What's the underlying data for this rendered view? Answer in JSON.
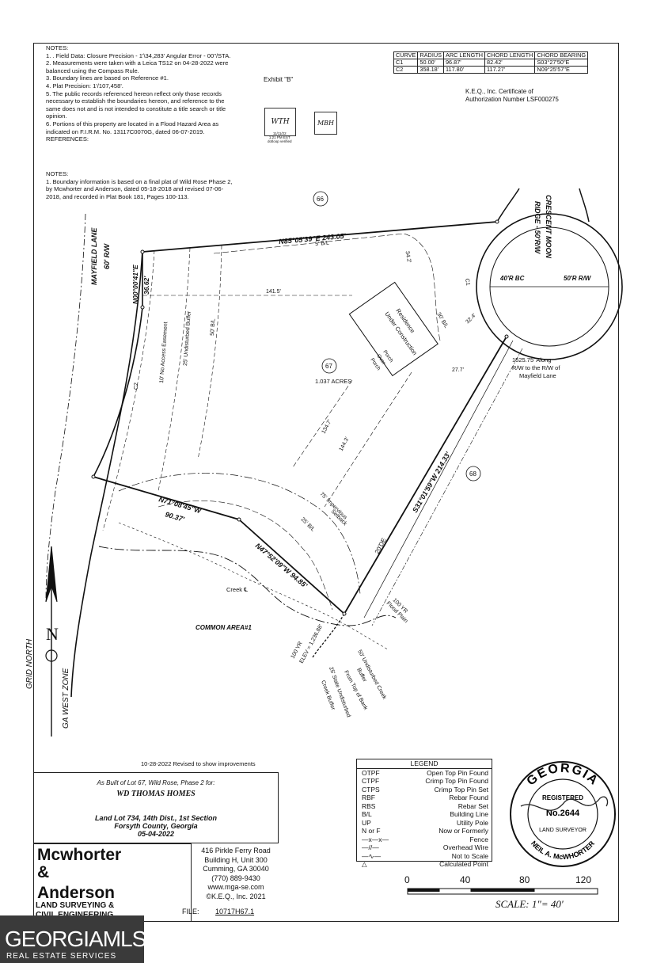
{
  "notes": {
    "title": "NOTES:",
    "items": [
      "1.  . Field Data:  Closure Precision - 1'\\34,283'  Angular Error - 00\"/STA.",
      "2.  Measurements were taken with a Leica TS12 on 04-28-2022 were balanced using the Compass Rule.",
      "3.  Boundary lines are based on Reference #1.",
      "4.  Plat Precision:  1'/107,458'.",
      "5.  The public records referenced hereon reflect only those records necessary to establish the boundaries hereon, and reference to the same does not and is not intended to constitute a title search or title opinion.",
      "6.  Portions of this property are located in a Flood Hazard Area as indicated on F.I.R.M. No. 13117C0070G, dated 06-07-2019."
    ],
    "references_title": "REFERENCES:",
    "ref_notes_title": "NOTES:",
    "ref_items": [
      "1.  Boundary information is based on a final plat of Wild Rose Phase 2, by Mcwhorter and Anderson, dated 05-18-2018 and revised 07-06-2018, and recorded in Plat Book 181, Pages 100-113."
    ]
  },
  "curve_table": {
    "headers": [
      "CURVE",
      "RADIUS",
      "ARC LENGTH",
      "CHORD LENGTH",
      "CHORD BEARING"
    ],
    "rows": [
      [
        "C1",
        "50.00'",
        "96.87'",
        "82.42'",
        "S03°27'50\"E"
      ],
      [
        "C2",
        "358.18'",
        "117.80'",
        "117.27'",
        "N09°25'57\"E"
      ]
    ]
  },
  "certificate": {
    "line1": "K.E.Q., Inc. Certificate of",
    "line2": "Authorization Number LSF000275"
  },
  "exhibit": "Exhibit \"B\"",
  "signature_initials": {
    "box1": "WTH",
    "box2": "MBH",
    "dotloop_date": "11/11/22",
    "dotloop_time": "1:21 PM EST",
    "dotloop_note": "dotloop verified"
  },
  "plat_labels": {
    "lot_66": "66",
    "lot_67": "67",
    "lot_68": "68",
    "acres": "1.037 ACRES",
    "north_line": "N85°05'39\"E 243.05'",
    "bl_5": "5' B/L",
    "dim_34_2": "34.2'",
    "dim_141_5": "141.5'",
    "street_mayfield": "MAYFIELD LANE",
    "street_mayfield_rw": "60' R/W",
    "west_bearing": "N00°00'41\"E",
    "west_dist": "36.62'",
    "crescent_1": "CRESCENT MOON",
    "crescent_2": "RIDGE - 50'R/W",
    "rbc": "40'R BC",
    "rrw": "50'R R/W",
    "c1": "C1",
    "c2": "C2",
    "bl_30": "30' B/L",
    "dim_32_4": "32.4'",
    "dim_27_7": "27.7'",
    "residence_1": "Residence",
    "residence_2": "Under Construction",
    "porch_1": "Porch",
    "porch_2": "Over",
    "porch_3": "Porch",
    "along_1": "1525.75' Along",
    "along_2": "R/W to the R/W of",
    "along_3": "Mayfield Lane",
    "easement": "10' No Access Easement",
    "undisturbed_25": "25' Undisturbed Buffer",
    "bl_50": "50' B/L",
    "dim_134_7": "134.7'",
    "dim_144_3": "144.3'",
    "impervious_1": "75' Impervious",
    "impervious_2": "Setback",
    "bl_25": "25' B/L",
    "de_20": "20'DE",
    "se_line": "S31°01'59\"W 214.33'",
    "sw_line1": "N71°08'45\"W",
    "sw_line1_dist": "90.37'",
    "sw_line2": "N47°52'09\"W 94.85'",
    "creek": "Creek ℄",
    "common": "COMMON AREA#1",
    "flood_1": "100 YR",
    "flood_2": "Flood Plain",
    "elev_1": "100 YR",
    "elev_2": "ELEV = 1,236.88'",
    "undist_creek_1": "50' Undisturbed Creek",
    "undist_creek_2": "Buffer",
    "undist_creek_3": "From Top of Bank",
    "state_1": "25' State Undisturbed",
    "state_2": "Creek Buffer",
    "grid_north": "GRID NORTH",
    "ga_west": "GA WEST ZONE",
    "north_n": "N"
  },
  "revised": "10-28-2022 Revised to show improvements",
  "title_block": {
    "asbuilt": "As Built of   Lot 67, Wild Rose, Phase 2 for:",
    "client": "WD THOMAS HOMES",
    "loc1": "Land Lot 734, 14th Dist., 1st Section",
    "loc2": "Forsyth County, Georgia",
    "date": "05-04-2022"
  },
  "company": {
    "line1": "Mcwhorter",
    "line2": "&",
    "line3": "Anderson",
    "sub1": "LAND SURVEYING &",
    "sub2": "CIVIL ENGINEERING"
  },
  "address": {
    "l1": "416 Pirkle Ferry Road",
    "l2": "Building H, Unit 300",
    "l3": "Cumming, GA 30040",
    "l4": "(770) 889-9430",
    "l5": "www.mga-se.com",
    "l6": "©K.E.Q., Inc. 2021",
    "file_label": "FILE:",
    "file_value": "10717H67.1"
  },
  "legend": {
    "title": "LEGEND",
    "rows": [
      [
        "OTPF",
        "Open Top Pin Found"
      ],
      [
        "CTPF",
        "Crimp Top Pin Found"
      ],
      [
        "CTPS",
        "Crimp Top Pin Set"
      ],
      [
        "RBF",
        "Rebar Found"
      ],
      [
        "RBS",
        "Rebar Set"
      ],
      [
        "B/L",
        "Building Line"
      ],
      [
        "UP",
        "Utility Pole"
      ],
      [
        "N or F",
        "Now or Formerly"
      ],
      [
        "—x—x—",
        "Fence"
      ],
      [
        "—//—",
        "Overhead Wire"
      ],
      [
        "—∿—",
        "Not to Scale"
      ],
      [
        "△",
        "Calculated Point"
      ]
    ]
  },
  "seal": {
    "top": "GEORGIA",
    "registered": "REGISTERED",
    "number": "No.2644",
    "bottom": "NEIL A. McWHORTER",
    "left": "LAND SURVEYOR"
  },
  "scale": {
    "ticks": [
      "0",
      "40",
      "80",
      "120"
    ],
    "label": "SCALE: 1\"= 40'"
  },
  "watermark": {
    "main": "GEORGIAMLS",
    "sub": "REAL ESTATE SERVICES"
  }
}
